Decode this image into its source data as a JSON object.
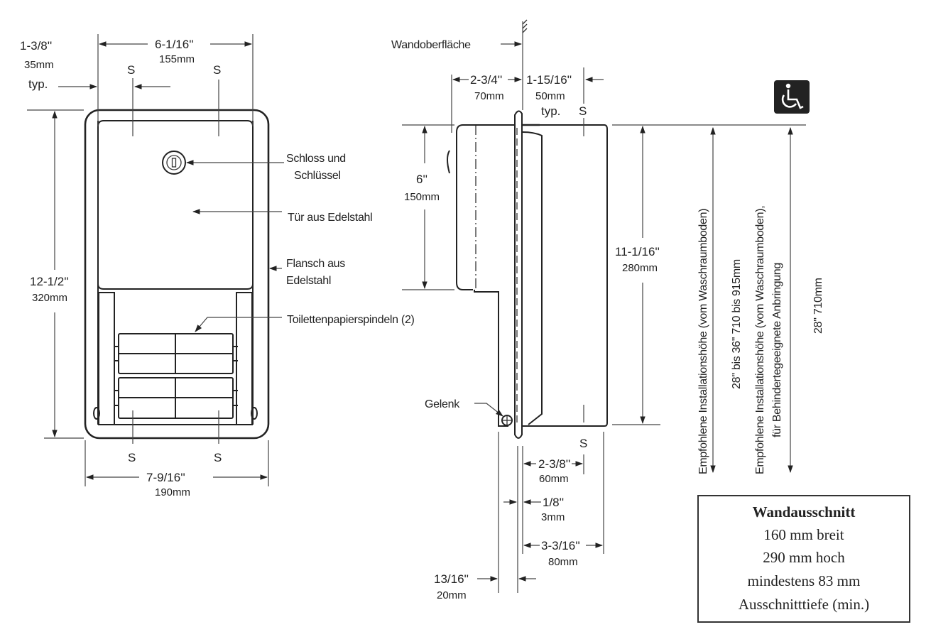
{
  "front_view": {
    "flange_offset": {
      "imperial": "1-3/8''",
      "metric": "35mm",
      "note": "typ."
    },
    "stud_width": {
      "imperial": "6-1/16''",
      "metric": "155mm"
    },
    "height": {
      "imperial": "12-1/2''",
      "metric": "320mm"
    },
    "width": {
      "imperial": "7-9/16''",
      "metric": "190mm"
    },
    "stud_marks": [
      "S",
      "S",
      "S",
      "S"
    ]
  },
  "callouts": {
    "lock": [
      "Schloss und",
      "Schlüssel"
    ],
    "door": "Tür aus Edelstahl",
    "flange": [
      "Flansch aus",
      "Edelstahl"
    ],
    "spindles": "Toilettenpapierspindeln (2)"
  },
  "side_view": {
    "wall_surface": "Wandoberfläche",
    "projection": {
      "imperial": "2-3/4''",
      "metric": "70mm"
    },
    "stud_offset": {
      "imperial": "1-15/16''",
      "metric": "50mm",
      "note": "typ."
    },
    "door_height": {
      "imperial": "6''",
      "metric": "150mm"
    },
    "recess_height": {
      "imperial": "11-1/16''",
      "metric": "280mm"
    },
    "hinge": "Gelenk",
    "depth_studs": {
      "imperial": "2-3/8''",
      "metric": "60mm"
    },
    "flange_thickness": {
      "imperial": "1/8''",
      "metric": "3mm"
    },
    "recess_depth": {
      "imperial": "3-3/16''",
      "metric": "80mm"
    },
    "front_projection": {
      "imperial": "13/16''",
      "metric": "20mm"
    },
    "stud_marks": [
      "S",
      "S"
    ]
  },
  "installation": {
    "standard_label": "Empfohlene Installationshöhe (vom Waschraumboden)",
    "standard_value": "28''  bis 36''   710 bis 915mm",
    "accessible_label_1": "Empfohlene Installationshöhe (vom Waschraumboden),",
    "accessible_label_2": "für Behindertegeeignete Anbringung",
    "accessible_value": "28''   710mm",
    "accessibility_icon": "wheelchair-icon"
  },
  "cutout_box": {
    "title": "Wandausschnitt",
    "lines": [
      "160 mm breit",
      "290 mm hoch",
      "mindestens 83 mm",
      "Ausschnitttiefe  (min.)"
    ]
  }
}
